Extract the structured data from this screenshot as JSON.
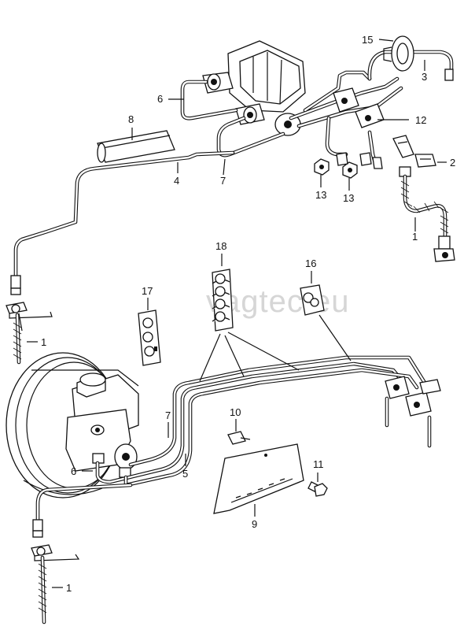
{
  "watermark": "vagtec.eu",
  "callouts": [
    {
      "id": "c15",
      "text": "15"
    },
    {
      "id": "c3",
      "text": "3"
    },
    {
      "id": "c6a",
      "text": "6"
    },
    {
      "id": "c8",
      "text": "8"
    },
    {
      "id": "c12",
      "text": "12"
    },
    {
      "id": "c2",
      "text": "2"
    },
    {
      "id": "c4",
      "text": "4"
    },
    {
      "id": "c7a",
      "text": "7"
    },
    {
      "id": "c13a",
      "text": "13"
    },
    {
      "id": "c13b",
      "text": "13"
    },
    {
      "id": "c1a",
      "text": "1"
    },
    {
      "id": "c18",
      "text": "18"
    },
    {
      "id": "c16",
      "text": "16"
    },
    {
      "id": "c17",
      "text": "17"
    },
    {
      "id": "c1b",
      "text": "1"
    },
    {
      "id": "c10",
      "text": "10"
    },
    {
      "id": "c7b",
      "text": "7"
    },
    {
      "id": "c6b",
      "text": "6"
    },
    {
      "id": "c5",
      "text": "5"
    },
    {
      "id": "c11",
      "text": "11"
    },
    {
      "id": "c9",
      "text": "9"
    },
    {
      "id": "c1c",
      "text": "1"
    }
  ]
}
